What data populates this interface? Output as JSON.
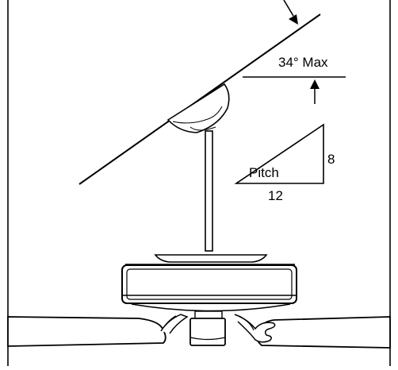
{
  "labels": {
    "angle": "34° Max",
    "pitch": "Pitch",
    "rise": "8",
    "run": "12"
  },
  "colors": {
    "ink": "#000000",
    "background": "#ffffff"
  }
}
